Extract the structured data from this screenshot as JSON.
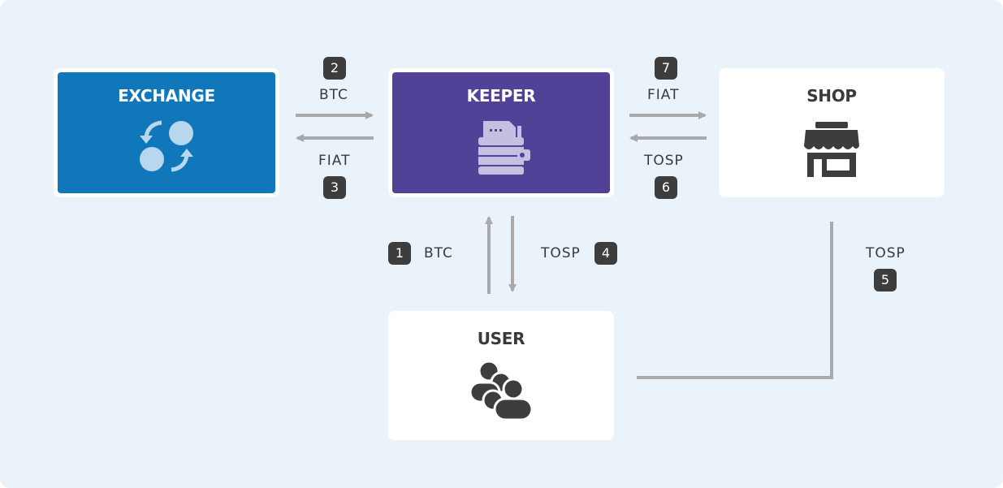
{
  "nodes": {
    "exchange": {
      "title": "EXCHANGE",
      "icon": "exchange-circles-icon",
      "color": "#1177bb"
    },
    "keeper": {
      "title": "KEEPER",
      "icon": "wallet-icon",
      "color": "#524297"
    },
    "shop": {
      "title": "SHOP",
      "icon": "store-icon"
    },
    "user": {
      "title": "USER",
      "icon": "users-group-icon"
    }
  },
  "flows": [
    {
      "step": "1",
      "label": "BTC"
    },
    {
      "step": "2",
      "label": "BTC"
    },
    {
      "step": "3",
      "label": "FIAT"
    },
    {
      "step": "4",
      "label": "TOSP"
    },
    {
      "step": "5",
      "label": "TOSP"
    },
    {
      "step": "6",
      "label": "TOSP"
    },
    {
      "step": "7",
      "label": "FIAT"
    }
  ],
  "colors": {
    "background": "#eaf2fa",
    "arrow": "#a9a9a9",
    "badge": "#3d3d3d"
  }
}
